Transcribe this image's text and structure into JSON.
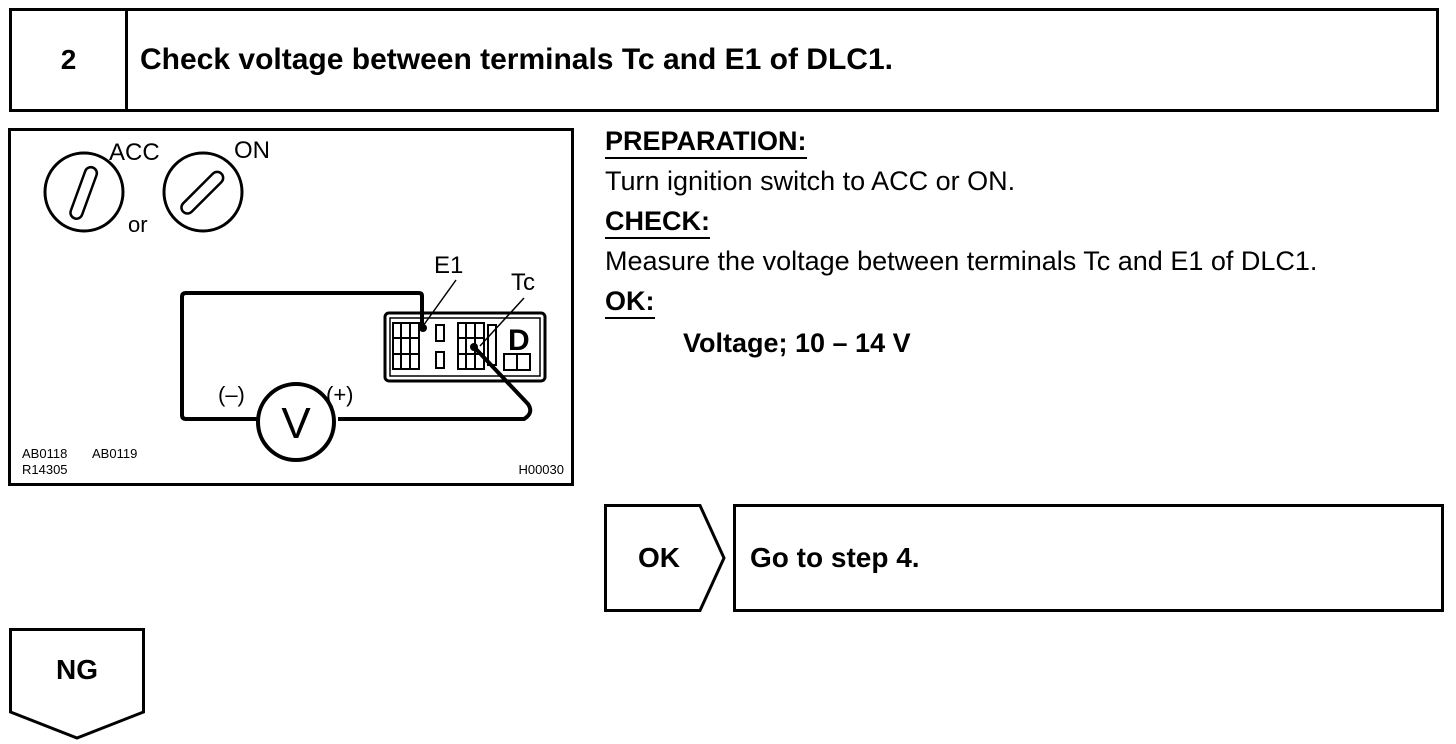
{
  "step": {
    "number": "2",
    "title": "Check voltage between terminals Tc and E1 of DLC1."
  },
  "illustration": {
    "switch_acc_label": "ACC",
    "switch_on_label": "ON",
    "or_label": "or",
    "terminal_e1_label": "E1",
    "terminal_tc_label": "Tc",
    "meter_symbol": "V",
    "minus_label": "(–)",
    "plus_label": "(+)",
    "connector_letter": "D",
    "ref_code_1": "AB0118",
    "ref_code_2": "AB0119",
    "ref_code_3": "R14305",
    "figure_code": "H00030"
  },
  "instructions": {
    "preparation_heading": "PREPARATION:",
    "preparation_text": "Turn ignition switch to ACC or ON.",
    "check_heading": "CHECK:",
    "check_text": "Measure the voltage between terminals Tc and E1 of DLC1.",
    "ok_heading": "OK:",
    "spec_text": "Voltage; 10 – 14 V"
  },
  "results": {
    "ok_label": "OK",
    "ok_action": "Go to step 4.",
    "ng_label": "NG"
  }
}
